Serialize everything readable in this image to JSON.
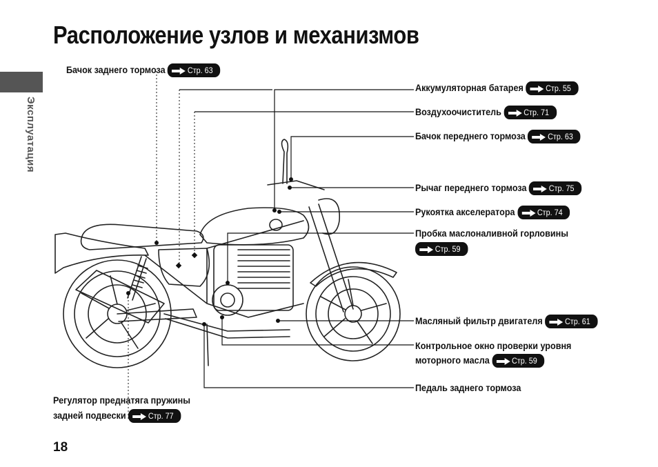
{
  "page": {
    "title": "Расположение узлов и механизмов",
    "side_tab_text": "Эксплуатация",
    "page_number": "18"
  },
  "callouts": {
    "rear_brake_reservoir": {
      "label": "Бачок заднего тормоза",
      "ref": "Стр. 63"
    },
    "battery": {
      "label": "Аккумуляторная батарея",
      "ref": "Стр. 55"
    },
    "air_cleaner": {
      "label": "Воздухоочиститель",
      "ref": "Стр. 71"
    },
    "front_brake_reservoir": {
      "label": "Бачок переднего тормоза",
      "ref": "Стр. 63"
    },
    "front_brake_lever": {
      "label": "Рычаг переднего тормоза",
      "ref": "Стр. 75"
    },
    "throttle_grip": {
      "label": "Рукоятка акселератора",
      "ref": "Стр. 74"
    },
    "oil_filler_cap": {
      "label": "Пробка маслоналивной горловины",
      "ref": "Стр. 59"
    },
    "oil_filter": {
      "label": "Масляный фильтр двигателя",
      "ref": "Стр. 61"
    },
    "oil_window_line1": {
      "label": "Контрольное окно проверки уровня"
    },
    "oil_window": {
      "label": "моторного масла",
      "ref": "Стр. 59"
    },
    "rear_brake_pedal": {
      "label": "Педаль заднего тормоза"
    },
    "spring_preload_line1": {
      "label": "Регулятор преднатяга пружины"
    },
    "spring_preload": {
      "label": "задней подвески",
      "ref": "Стр. 77"
    }
  },
  "colors": {
    "accent": "#111111",
    "tab": "#555555"
  },
  "icon": "arrow-right-icon"
}
